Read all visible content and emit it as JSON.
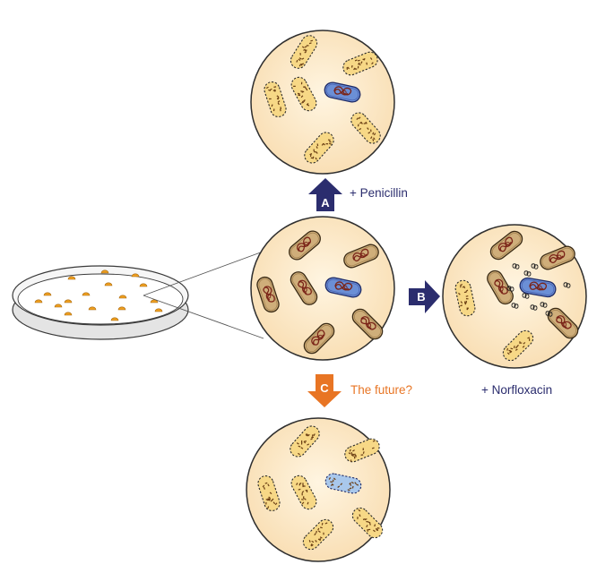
{
  "labels": {
    "arrow_a": "A",
    "arrow_b": "B",
    "arrow_c": "C",
    "penicillin": "+ Penicillin",
    "norfloxacin": "+ Norfloxacin",
    "future": "The future?"
  },
  "colors": {
    "circle_fill": "#fbe6c4",
    "circle_stroke": "#2f2f2f",
    "live_bacterium": "#cfae7a",
    "dead_bacterium": "#f7d886",
    "resistant_bacterium": "#6b8fd6",
    "future_bacterium": "#a9c8ec",
    "dna": "#7a2418",
    "arrow_dark": "#2b2d6e",
    "arrow_orange": "#e87524"
  }
}
